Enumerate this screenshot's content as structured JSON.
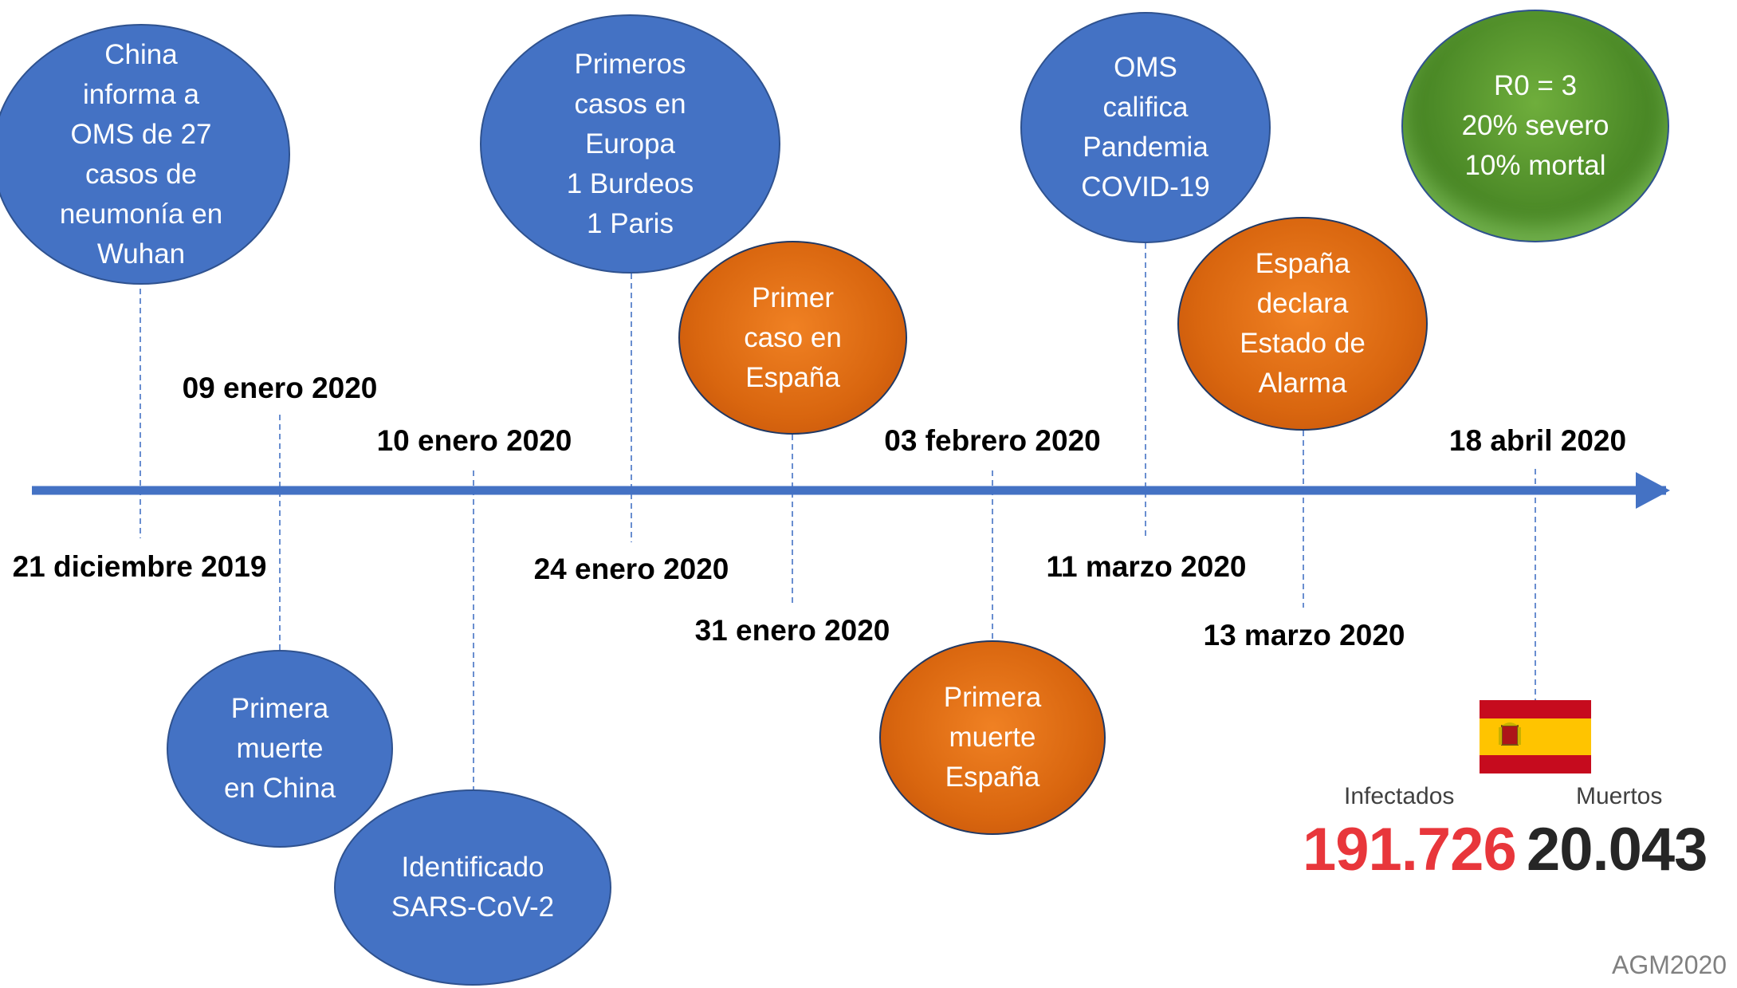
{
  "events": [
    {
      "id": "china-reports",
      "color": "blue",
      "date": "21 diciembre 2019",
      "text": "China\ninforma a\nOMS de 27\ncasos de\nneumonía en\nWuhan"
    },
    {
      "id": "first-death-china",
      "color": "blue",
      "date": "09 enero 2020",
      "text": "Primera\nmuerte\nen China"
    },
    {
      "id": "sars-cov-2-identified",
      "color": "blue",
      "date": "10 enero 2020",
      "text": "Identificado\nSARS-CoV-2"
    },
    {
      "id": "first-cases-europe",
      "color": "blue",
      "date": "24 enero 2020",
      "text": "Primeros\ncasos en\nEuropa\n1 Burdeos\n1 Paris"
    },
    {
      "id": "first-case-spain",
      "color": "orange",
      "date": "31 enero 2020",
      "text": "Primer\ncaso en\nEspaña"
    },
    {
      "id": "first-death-spain",
      "color": "orange",
      "date": "03 febrero 2020",
      "text": "Primera\nmuerte\nEspaña"
    },
    {
      "id": "who-pandemic",
      "color": "blue",
      "date": "11 marzo 2020",
      "text": "OMS\ncalifica\nPandemia\nCOVID-19"
    },
    {
      "id": "spain-alarm-state",
      "color": "orange",
      "date": "13 marzo 2020",
      "text": "España\ndeclara\nEstado de\nAlarma"
    }
  ],
  "stats_bubble": {
    "color": "green",
    "text": "R0 = 3\n20% severo\n10% mortal"
  },
  "final_date": "18 abril 2020",
  "spain_stats": {
    "infected_label": "Infectados",
    "deaths_label": "Muertos",
    "infected_value": "191.726",
    "deaths_value": "20.043"
  },
  "flag_icon": "spain-flag-icon",
  "credit": "AGM2020",
  "colors": {
    "axis": "#4472c4",
    "blue": "#4472c4",
    "orange": "#e46c0a",
    "green": "#4c8a27",
    "infected": "#e8363b",
    "deaths": "#262626",
    "flag_red": "#c60b1e",
    "flag_yellow": "#ffc400"
  }
}
